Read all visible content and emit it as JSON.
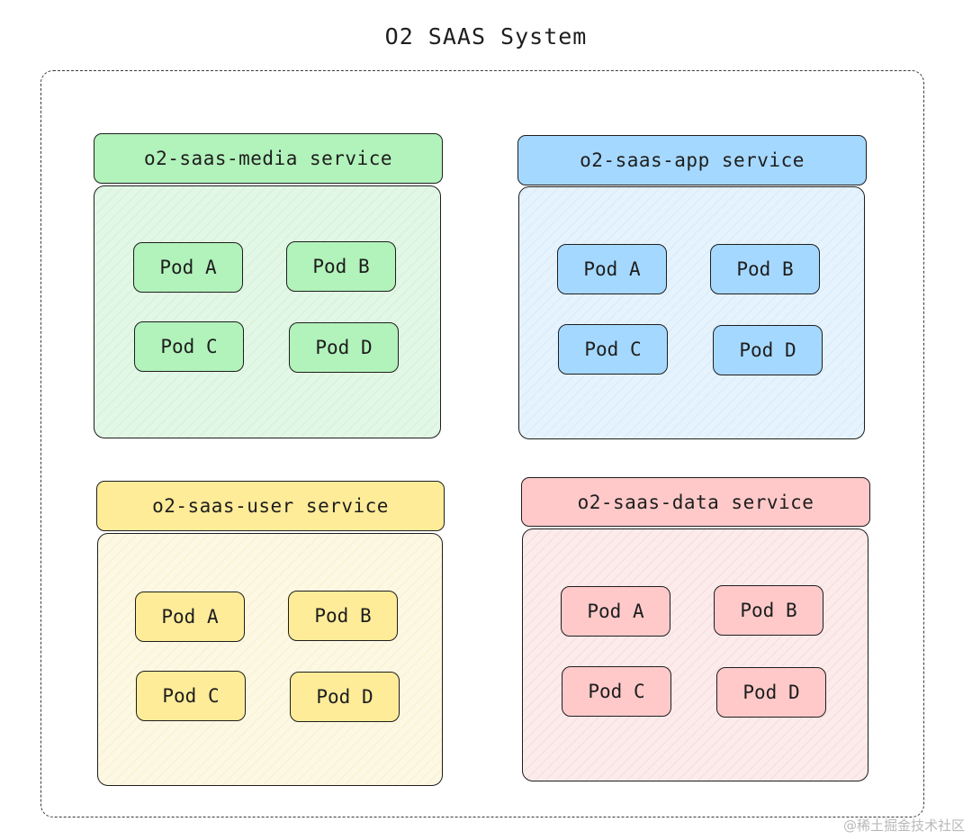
{
  "title": "O2 SAAS System",
  "services": [
    {
      "theme": "green",
      "name": "o2-saas-media service",
      "header_color": "#b2f2bb",
      "pods": [
        "Pod A",
        "Pod B",
        "Pod C",
        "Pod D"
      ]
    },
    {
      "theme": "blue",
      "name": "o2-saas-app service",
      "header_color": "#a5d8ff",
      "pods": [
        "Pod A",
        "Pod B",
        "Pod C",
        "Pod D"
      ]
    },
    {
      "theme": "yellow",
      "name": "o2-saas-user service",
      "header_color": "#ffec99",
      "pods": [
        "Pod A",
        "Pod B",
        "Pod C",
        "Pod D"
      ]
    },
    {
      "theme": "red",
      "name": "o2-saas-data service",
      "header_color": "#ffc9c9",
      "pods": [
        "Pod A",
        "Pod B",
        "Pod C",
        "Pod D"
      ]
    }
  ],
  "watermark": "@稀土掘金技术社区"
}
